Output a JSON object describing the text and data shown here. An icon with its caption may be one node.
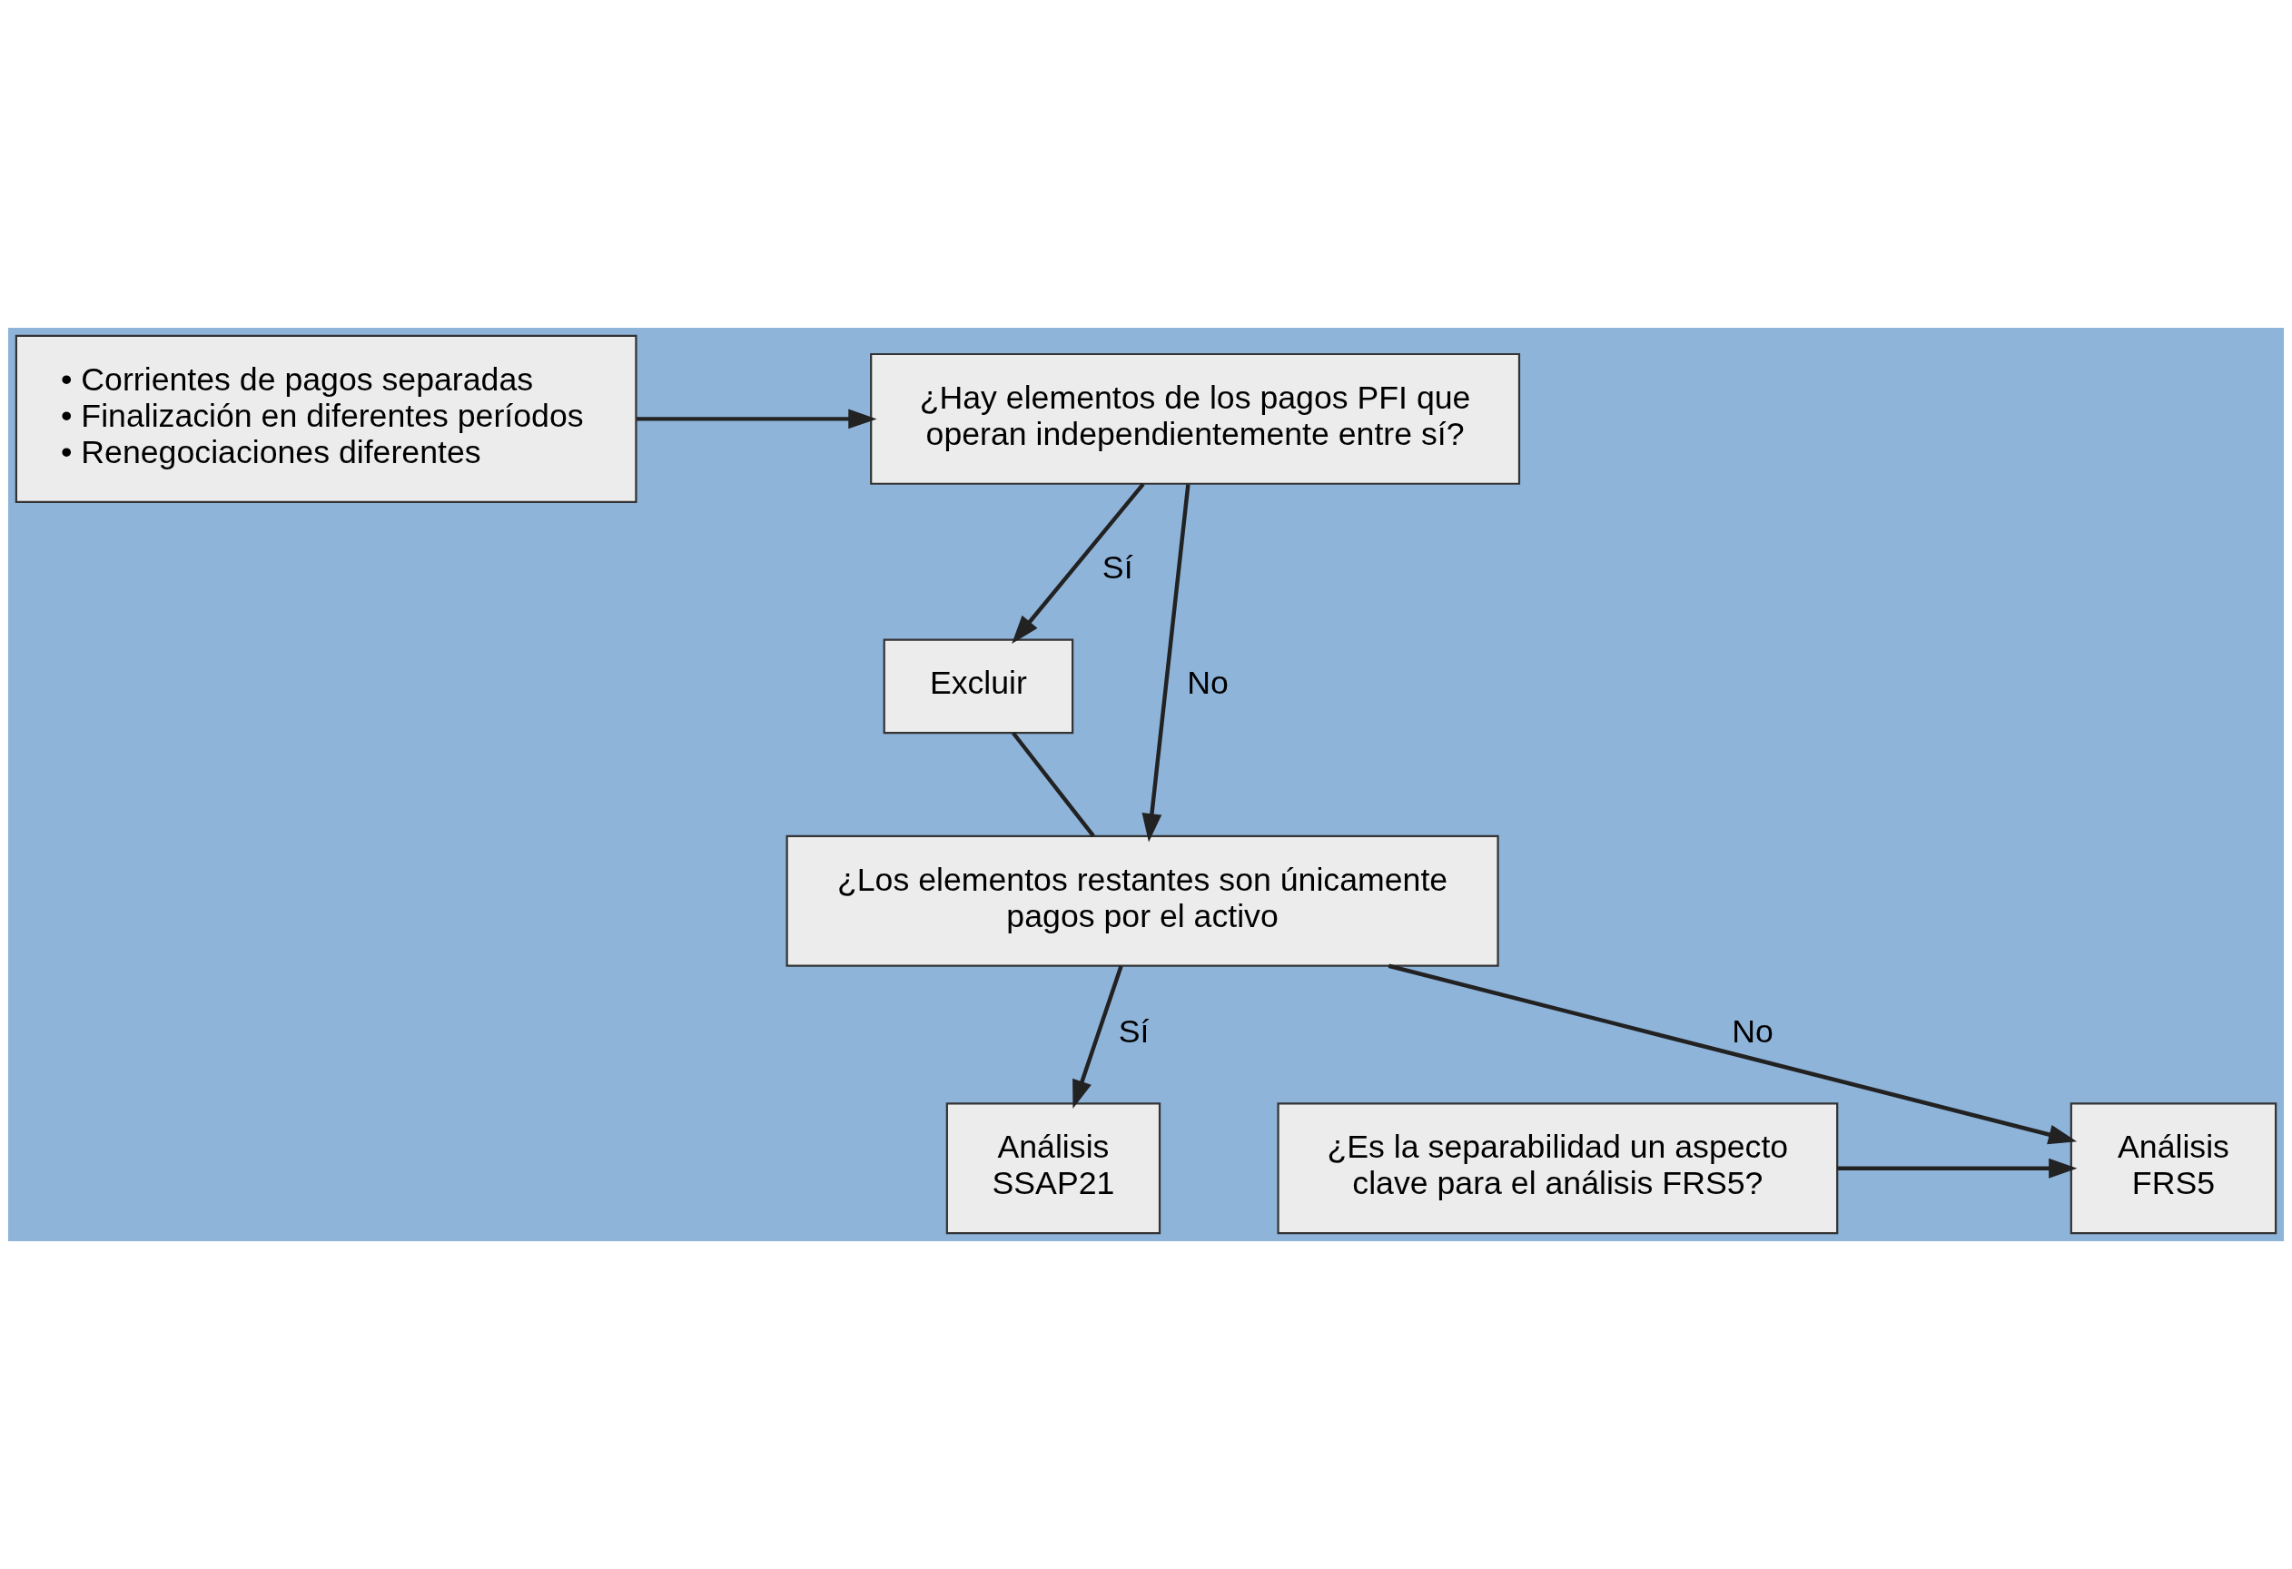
{
  "diagram": {
    "nodes": [
      {
        "text": [
          "¿Hay elementos de los pagos PFI que operan independientemente entre sí?"
        ]
      },
      {
        "text": [
          "• Corrientes de pagos separadas",
          "• Finalización en diferentes períodos",
          "• Renegociaciones diferentes"
        ]
      },
      {
        "text": [
          "Excluir"
        ]
      },
      {
        "text": [
          "¿Los elementos restantes son únicamente pagos por el activo"
        ]
      },
      {
        "text": [
          "Análisis SSAP21"
        ]
      },
      {
        "text": [
          "Análisis FRS5"
        ]
      },
      {
        "text": [
          "¿Es la separabilidad un aspecto clave para el análisis FRS5?"
        ]
      }
    ],
    "edges": [
      {
        "from": 1,
        "to": 0,
        "arrow": "to"
      },
      {
        "from": 0,
        "to": 2,
        "arrow": "to",
        "label": "Sí"
      },
      {
        "from": 0,
        "to": 3,
        "arrow": "to",
        "label": "No"
      },
      {
        "from": 2,
        "to": 3,
        "arrow": "none"
      },
      {
        "from": 3,
        "to": 4,
        "arrow": "to",
        "label": "Sí"
      },
      {
        "from": 3,
        "to": 5,
        "arrow": "to",
        "label": "No"
      },
      {
        "from": 6,
        "to": 5,
        "arrow": "to"
      }
    ]
  }
}
